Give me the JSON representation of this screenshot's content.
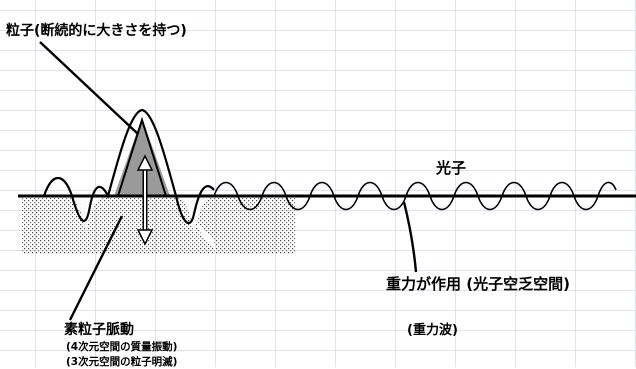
{
  "labels": {
    "particle": "粒子(断続的に大きさを持つ)",
    "photon": "光子",
    "gravity_action": "重力が作用 (光子空乏空間)",
    "elementary_pulse": "素粒子脈動",
    "pulse_note_4d": "(4次元空間の質量振動)",
    "pulse_note_3d": "(3次元空間の粒子明滅)",
    "gravity_wave": "(重力波)"
  },
  "colors": {
    "line": "#000000",
    "dots": "#555555",
    "peak_fill": "#9a9a9a",
    "grid": "#dfe3ea"
  }
}
